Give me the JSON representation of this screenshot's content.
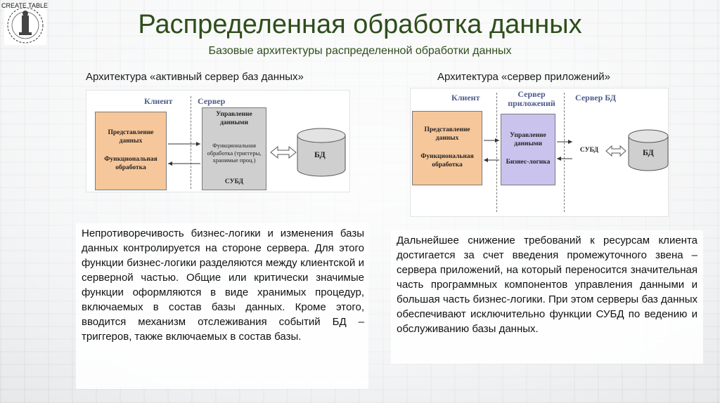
{
  "logo": {
    "text": "CREATE TABLE"
  },
  "title": "Распределенная обработка данных",
  "subtitle": "Базовые архитектуры распределенной обработки данных",
  "left": {
    "heading": "Архитектура «активный сервер баз данных»",
    "diagram": {
      "client_label": "Клиент",
      "server_label": "Сервер",
      "client_box": [
        "Представление данных",
        "Функциональная обработка"
      ],
      "server_box": {
        "top": "Управление данными",
        "middle": "Функциональная обработка (триггеры, хранимые проц.)",
        "bottom": "СУБД"
      },
      "db": "БД"
    },
    "text": "Непротиворечивость бизнес-логики и изменения базы данных контролируется на стороне сервера. Для этого функции бизнес-логики разделяются между клиентской и серверной частью. Общие или критически значимые функции оформляются в виде хранимых процедур, включаемых в состав базы данных. Кроме этого, вводится механизм отслеживания событий БД – триггеров, также включаемых в состав базы."
  },
  "right": {
    "heading": "Архитектура «сервер приложений»",
    "diagram": {
      "client_label": "Клиент",
      "app_server_label": "Сервер приложений",
      "db_server_label": "Сервер БД",
      "client_box": [
        "Представление данных",
        "Функциональная обработка"
      ],
      "app_box": [
        "Управление данными",
        "Бизнес-логика"
      ],
      "dbms": "СУБД",
      "db": "БД"
    },
    "text": "Дальнейшее снижение требований к ресурсам клиента достигается за счет введения промежуточного звена – сервера приложений, на который переносится значительная часть программных компонентов управления данными и большая часть бизнес-логики. При этом серверы баз данных обеспечивают исключительно функции СУБД по ведению и обслуживанию базы данных."
  }
}
